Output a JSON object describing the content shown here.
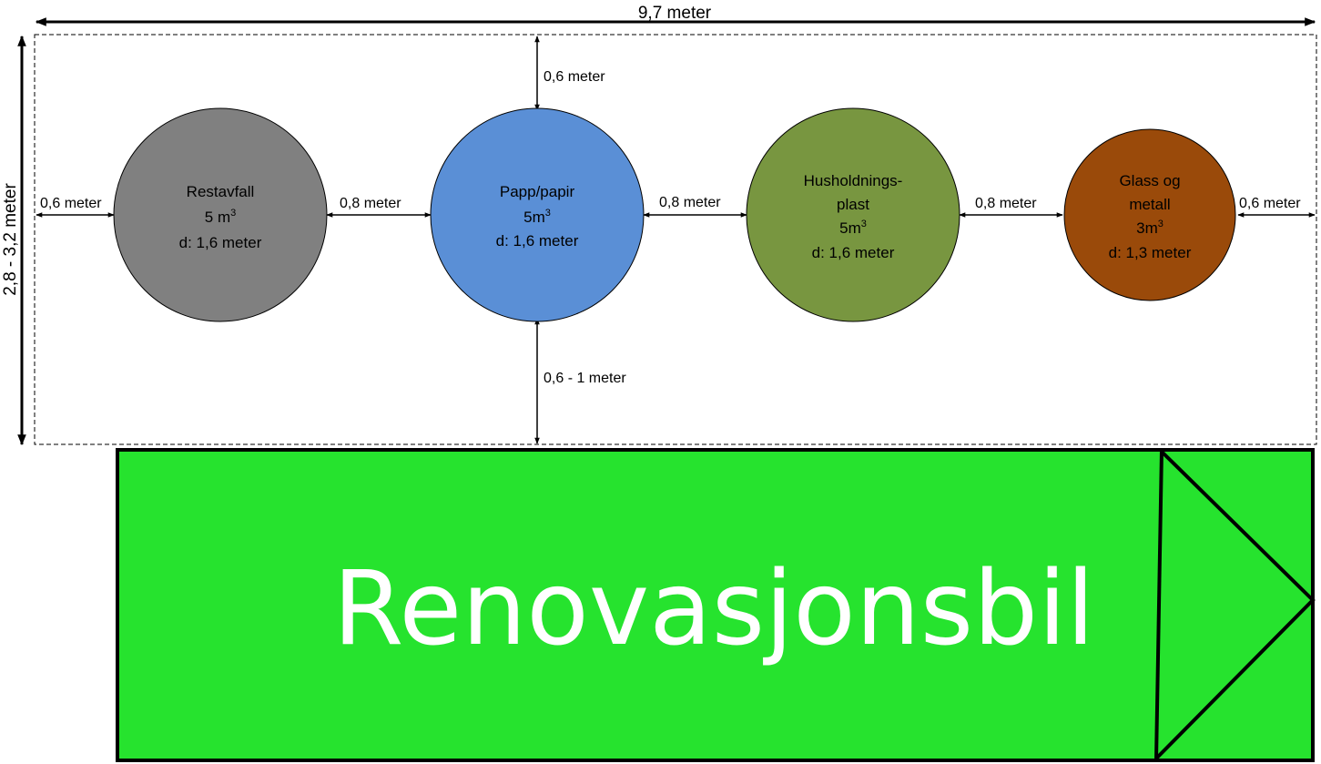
{
  "dimensions": {
    "total_width": "9,7 meter",
    "total_height": "2,8 - 3,2 meter",
    "top_gap": "0,6 meter",
    "bottom_gap": "0,6 - 1 meter",
    "left_margin": "0,6 meter",
    "right_margin": "0,6 meter",
    "gap_1": "0,8 meter",
    "gap_2": "0,8 meter",
    "gap_3": "0,8 meter"
  },
  "containers": [
    {
      "name": "Restavfall",
      "volume": "5 m",
      "diameter": "d: 1,6 meter",
      "color": "#808080"
    },
    {
      "name": "Papp/papir",
      "volume": "5m",
      "diameter": "d: 1,6 meter",
      "color": "#5a8fd6"
    },
    {
      "name_line1": "Husholdnings-",
      "name_line2": "plast",
      "volume": "5m",
      "diameter": "d: 1,6 meter",
      "color": "#789640"
    },
    {
      "name_line1": "Glass og",
      "name_line2": "metall",
      "volume": "3m",
      "diameter": "d: 1,3 meter",
      "color": "#9a4a0a"
    }
  ],
  "superscript": "3",
  "truck": {
    "label": "Renovasjonsbil",
    "color": "#26e32e"
  }
}
